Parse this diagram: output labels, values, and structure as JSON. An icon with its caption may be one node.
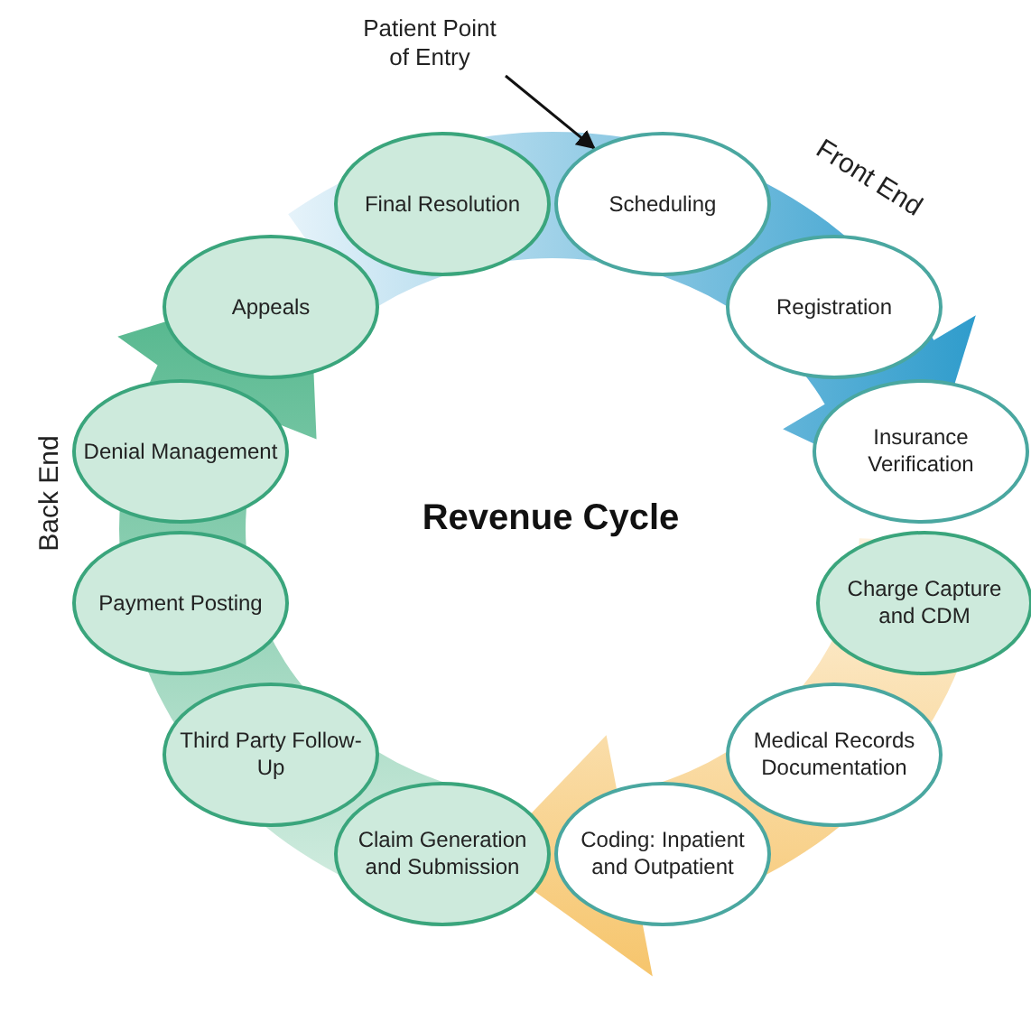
{
  "diagram": {
    "title": "Revenue Cycle",
    "nodes": [
      {
        "text": [
          "Scheduling"
        ]
      },
      {
        "text": [
          "Registration"
        ]
      },
      {
        "text": [
          "Insurance Verification"
        ]
      },
      {
        "text": [
          "Charge Capture and CDM"
        ]
      },
      {
        "text": [
          "Medical Records Documentation"
        ]
      },
      {
        "text": [
          "Coding: Inpatient and Outpatient"
        ]
      },
      {
        "text": [
          "Claim Generation and Submission"
        ]
      },
      {
        "text": [
          "Third Party Follow-Up"
        ]
      },
      {
        "text": [
          "Payment Posting"
        ]
      },
      {
        "text": [
          "Denial Management"
        ]
      },
      {
        "text": [
          "Appeals"
        ]
      },
      {
        "text": [
          "Final Resolution"
        ]
      },
      {
        "text": [
          "Patient Point of Entry"
        ]
      }
    ],
    "edges": [
      {
        "from": 12,
        "to": 0,
        "arrow": "to"
      }
    ],
    "labels": [
      "Front End",
      "Back End"
    ]
  }
}
